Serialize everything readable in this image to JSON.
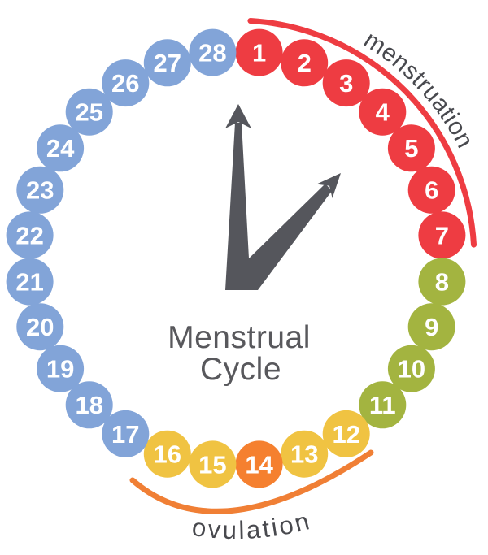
{
  "title": {
    "line1": "Menstrual",
    "line2": "Cycle"
  },
  "arc_labels": {
    "menstruation": "menstruation",
    "ovulation": "ovulation"
  },
  "colors": {
    "red": "#EE3C42",
    "olive": "#A3B440",
    "yellow": "#F0C342",
    "orange": "#F5802F",
    "blue": "#82A4D8",
    "arc_red": "#EE3C42",
    "arc_orange": "#F07F35",
    "hand_gray": "#55565C",
    "label_gray": "#48494E",
    "title_gray": "#58585C",
    "day_number_white": "#FFFFFF",
    "background": "#FFFFFF"
  },
  "days": [
    {
      "label": "1",
      "color": "red"
    },
    {
      "label": "2",
      "color": "red"
    },
    {
      "label": "3",
      "color": "red"
    },
    {
      "label": "4",
      "color": "red"
    },
    {
      "label": "5",
      "color": "red"
    },
    {
      "label": "6",
      "color": "red"
    },
    {
      "label": "7",
      "color": "red"
    },
    {
      "label": "8",
      "color": "olive"
    },
    {
      "label": "9",
      "color": "olive"
    },
    {
      "label": "10",
      "color": "olive"
    },
    {
      "label": "11",
      "color": "olive"
    },
    {
      "label": "12",
      "color": "yellow"
    },
    {
      "label": "13",
      "color": "yellow"
    },
    {
      "label": "14",
      "color": "orange"
    },
    {
      "label": "15",
      "color": "yellow"
    },
    {
      "label": "16",
      "color": "yellow"
    },
    {
      "label": "17",
      "color": "blue"
    },
    {
      "label": "18",
      "color": "blue"
    },
    {
      "label": "19",
      "color": "blue"
    },
    {
      "label": "20",
      "color": "blue"
    },
    {
      "label": "21",
      "color": "blue"
    },
    {
      "label": "22",
      "color": "blue"
    },
    {
      "label": "23",
      "color": "blue"
    },
    {
      "label": "24",
      "color": "blue"
    },
    {
      "label": "25",
      "color": "blue"
    },
    {
      "label": "26",
      "color": "blue"
    },
    {
      "label": "27",
      "color": "blue"
    },
    {
      "label": "28",
      "color": "blue"
    }
  ]
}
